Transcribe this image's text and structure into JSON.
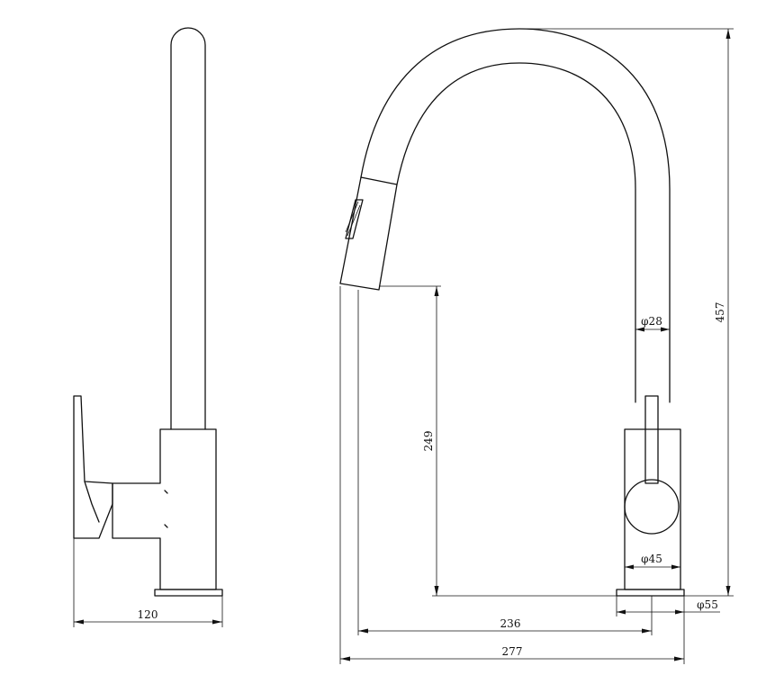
{
  "dimensions": {
    "base_width": "120",
    "spout_height": "249",
    "overall_height": "457",
    "spout_tube_diameter": "φ28",
    "body_diameter": "φ45",
    "base_diameter": "φ55",
    "spout_reach": "236",
    "overall_reach": "277"
  },
  "colors": {
    "line": "#111111",
    "background": "#ffffff"
  }
}
